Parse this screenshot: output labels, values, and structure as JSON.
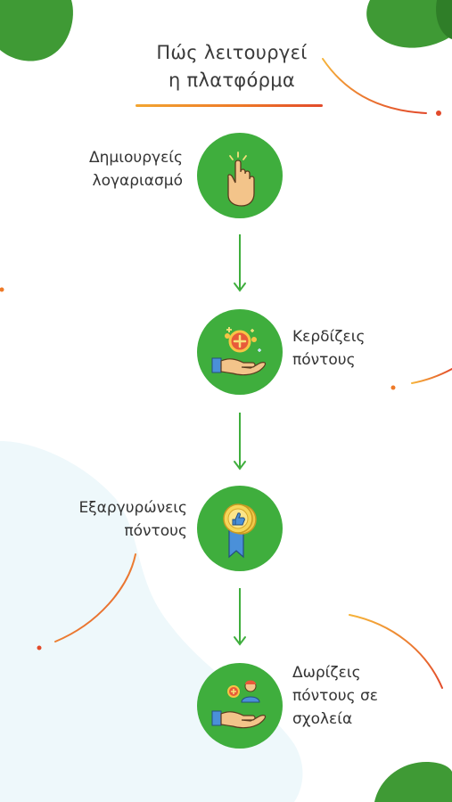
{
  "title": {
    "line1": "Πώς λειτουργεί",
    "line2": "η πλατφόρμα"
  },
  "colors": {
    "accent_green": "#3fae3d",
    "leaf_green": "#3f9a35",
    "orange": "#ee7a28",
    "light_blue": "#eef8fb"
  },
  "steps": [
    {
      "lines": [
        "Δημιουργείς",
        "λογαριασμό"
      ],
      "icon": "hand-pointer-icon"
    },
    {
      "lines": [
        "Κερδίζεις",
        "πόντους"
      ],
      "icon": "coin-hand-icon"
    },
    {
      "lines": [
        "Εξαργυρώνεις",
        "πόντους"
      ],
      "icon": "medal-badge-icon"
    },
    {
      "lines": [
        "Δωρίζεις",
        "πόντους σε",
        "σχολεία"
      ],
      "icon": "donate-hand-icon"
    }
  ]
}
